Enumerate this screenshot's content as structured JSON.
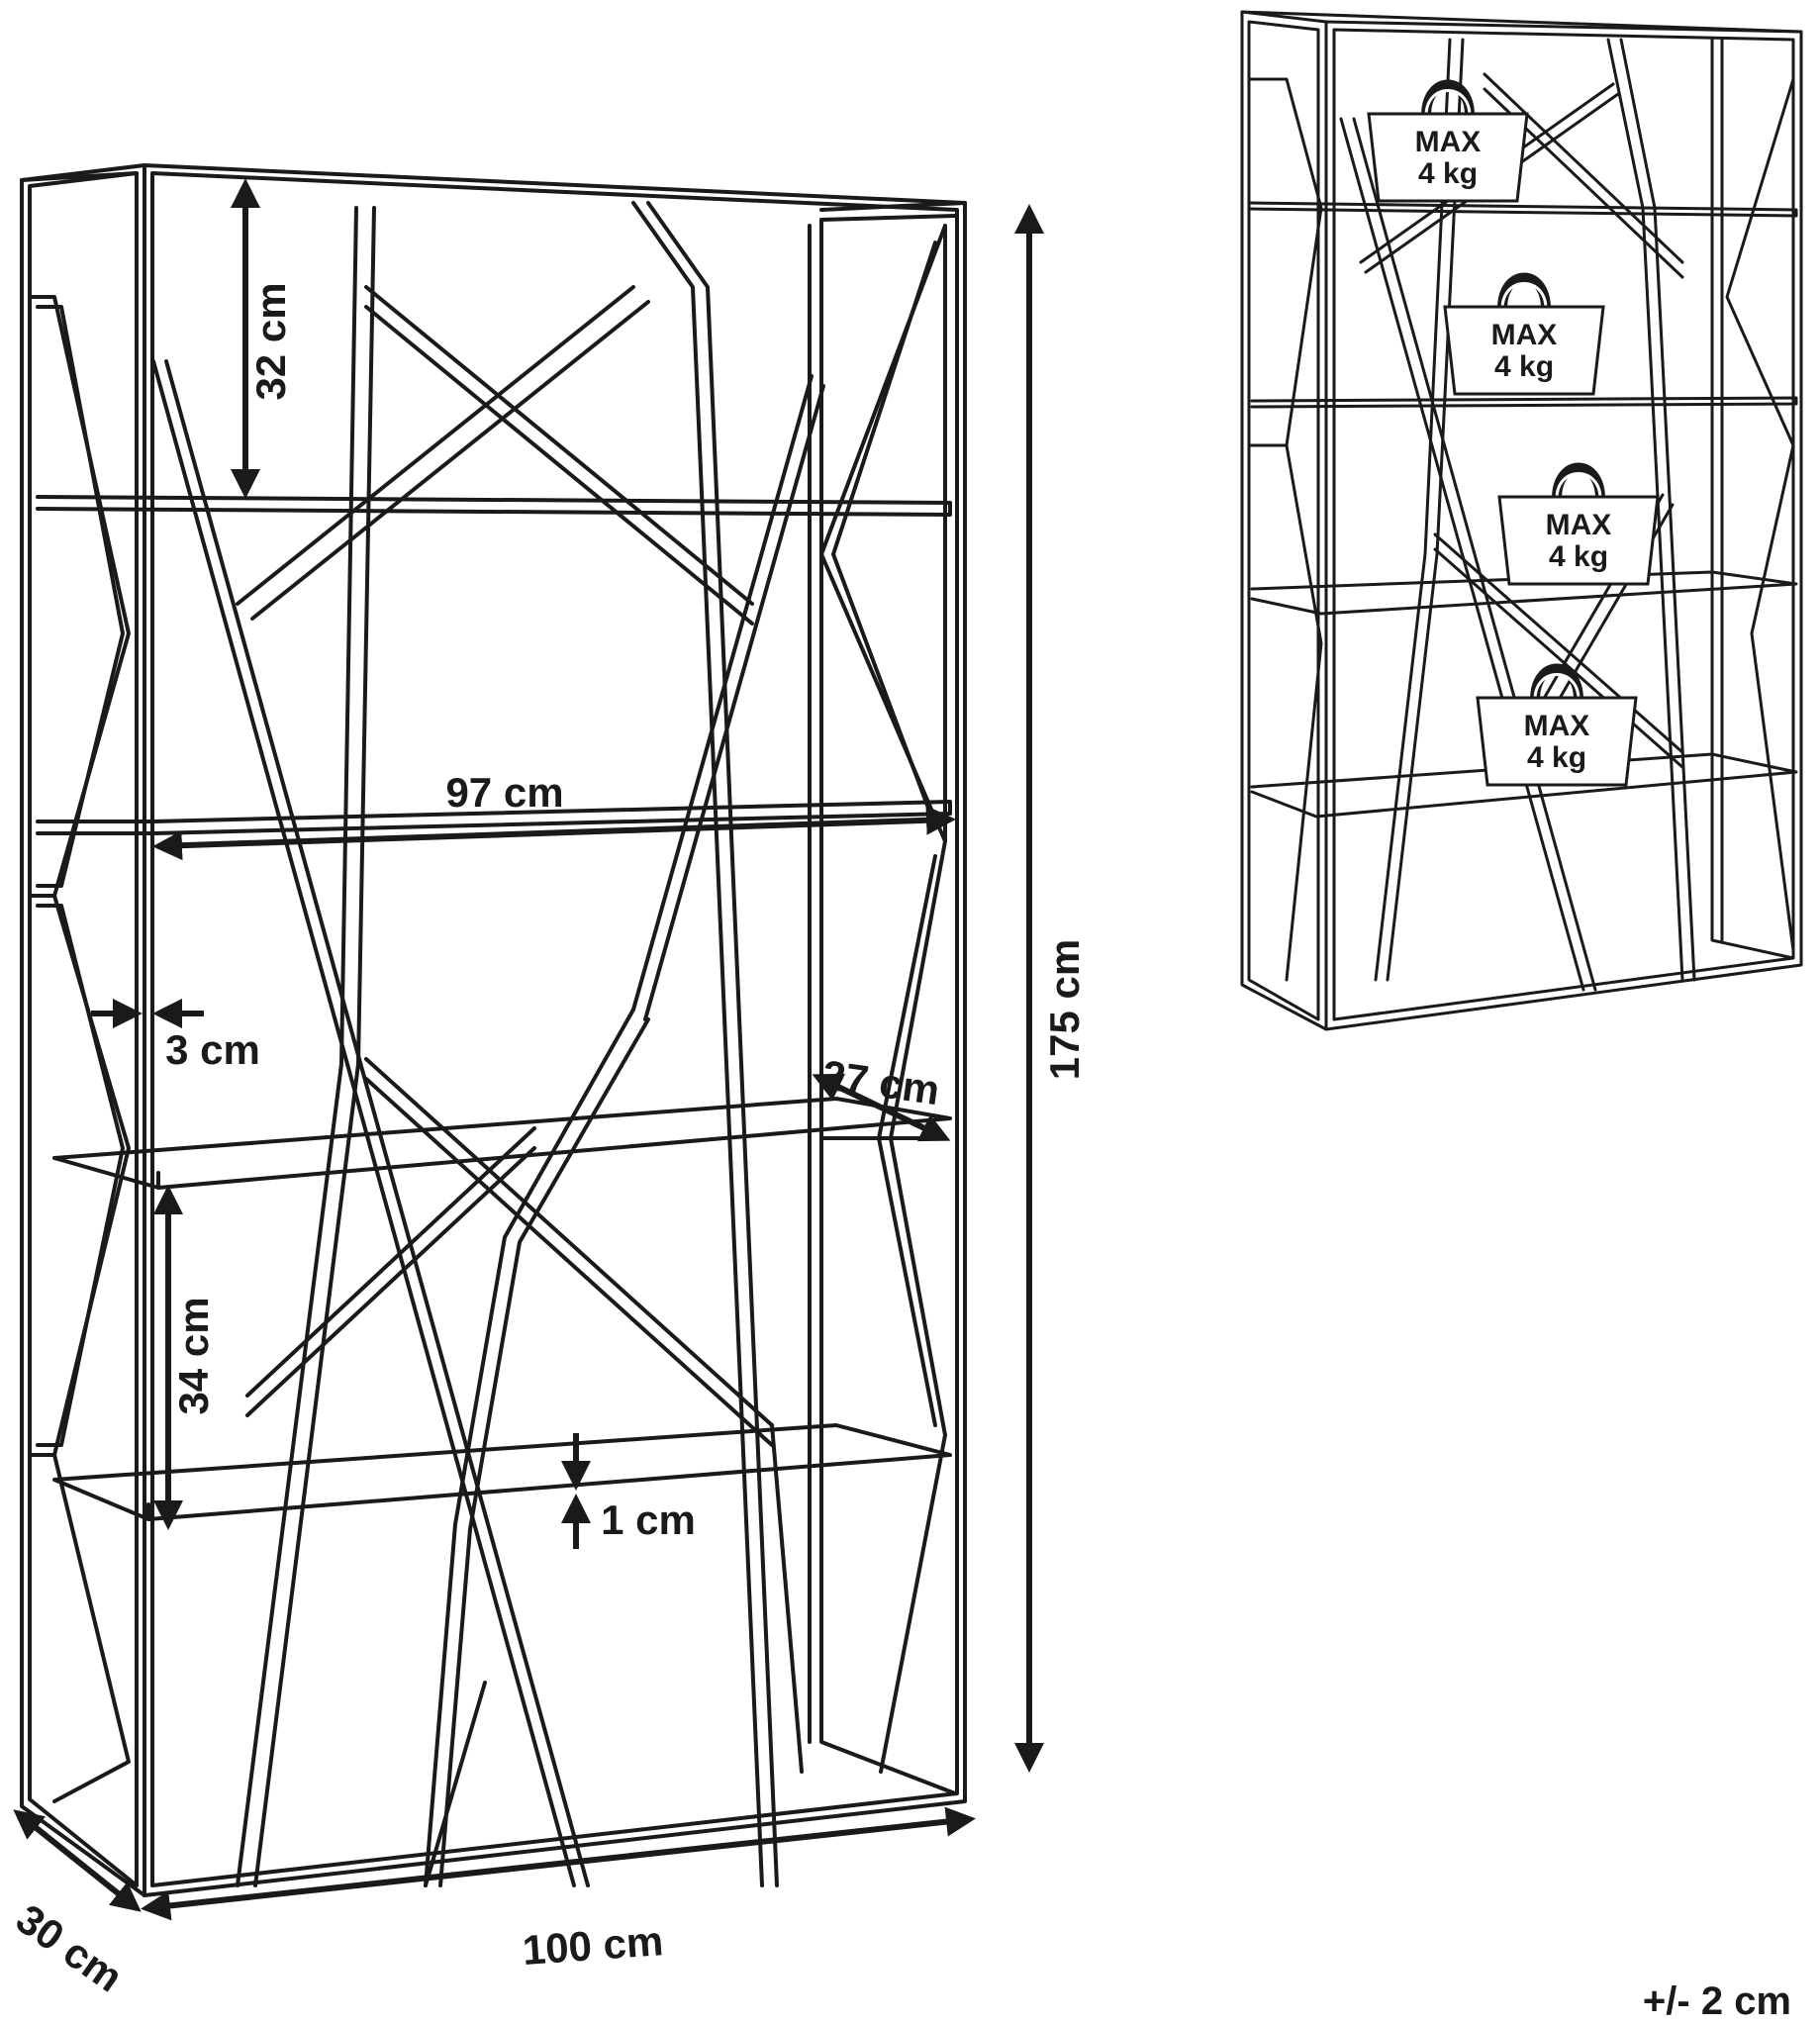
{
  "main_view": {
    "dimensions": {
      "shelf_top_gap": "32 cm",
      "shelf_width": "97 cm",
      "frame_bar": "3 cm",
      "shelf_depth": "27 cm",
      "shelf_gap": "34 cm",
      "shelf_thickness": "1 cm",
      "total_height": "175 cm",
      "total_width": "100 cm",
      "total_depth": "30 cm"
    }
  },
  "load_view": {
    "weights": [
      {
        "line1": "MAX",
        "line2": "4 kg"
      },
      {
        "line1": "MAX",
        "line2": "4 kg"
      },
      {
        "line1": "MAX",
        "line2": "4 kg"
      },
      {
        "line1": "MAX",
        "line2": "4 kg"
      }
    ]
  },
  "tolerance": "+/- 2 cm",
  "colors": {
    "ink": "#1a1a1a",
    "background": "#ffffff",
    "weight_fill": "#ffffff"
  }
}
